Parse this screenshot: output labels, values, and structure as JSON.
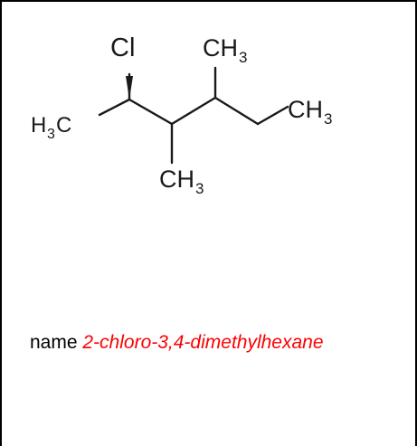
{
  "structure": {
    "atoms": [
      {
        "id": "cl",
        "label": "Cl"
      },
      {
        "id": "h3c",
        "label": "H3C"
      },
      {
        "id": "ch3_top",
        "label": "CH3"
      },
      {
        "id": "ch3_right",
        "label": "CH3"
      },
      {
        "id": "ch3_bottom",
        "label": "CH3"
      }
    ]
  },
  "answer": {
    "prefix": "name",
    "value": "2-chloro-3,4-dimethylhexane",
    "value_color": "#ff0000"
  }
}
